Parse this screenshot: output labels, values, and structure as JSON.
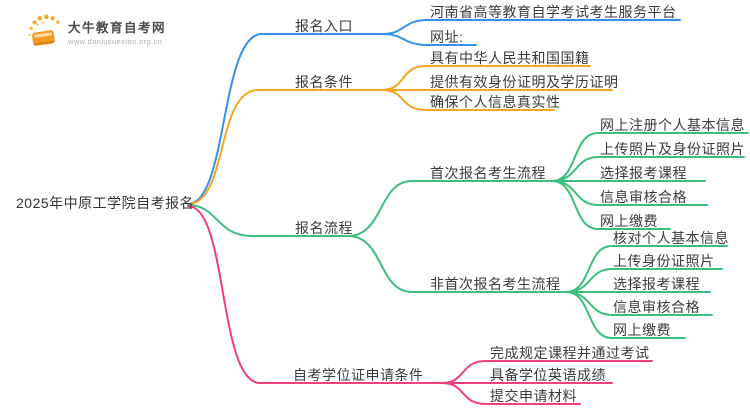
{
  "logo": {
    "site_name": "大牛教育自考网",
    "site_url": "www.daniuxuexiao.org.cn",
    "icon": "book-rays-icon"
  },
  "colors": {
    "blue": "#3A8FE8",
    "orange": "#F6A51F",
    "green": "#3CBE7C",
    "pink": "#F03F80",
    "text": "#3B3B3B",
    "logo_orange": "#F59A23"
  },
  "mindmap": {
    "root": "2025年中原工学院自考报名",
    "branches": [
      {
        "label": "报名入口",
        "color": "#3A8FE8",
        "children": [
          {
            "label": "河南省高等教育自学考试考生服务平台"
          },
          {
            "label": "网址:"
          }
        ]
      },
      {
        "label": "报名条件",
        "color": "#F6A51F",
        "children": [
          {
            "label": "具有中华人民共和国国籍"
          },
          {
            "label": "提供有效身份证明及学历证明"
          },
          {
            "label": "确保个人信息真实性"
          }
        ]
      },
      {
        "label": "报名流程",
        "color": "#3CBE7C",
        "children": [
          {
            "label": "首次报名考生流程",
            "children": [
              {
                "label": "网上注册个人基本信息"
              },
              {
                "label": "上传照片及身份证照片"
              },
              {
                "label": "选择报考课程"
              },
              {
                "label": "信息审核合格"
              },
              {
                "label": "网上缴费"
              }
            ]
          },
          {
            "label": "非首次报名考生流程",
            "children": [
              {
                "label": "核对个人基本信息"
              },
              {
                "label": "上传身份证照片"
              },
              {
                "label": "选择报考课程"
              },
              {
                "label": "信息审核合格"
              },
              {
                "label": "网上缴费"
              }
            ]
          }
        ]
      },
      {
        "label": "自考学位证申请条件",
        "color": "#F03F80",
        "children": [
          {
            "label": "完成规定课程并通过考试"
          },
          {
            "label": "具备学位英语成绩"
          },
          {
            "label": "提交申请材料"
          }
        ]
      }
    ]
  }
}
